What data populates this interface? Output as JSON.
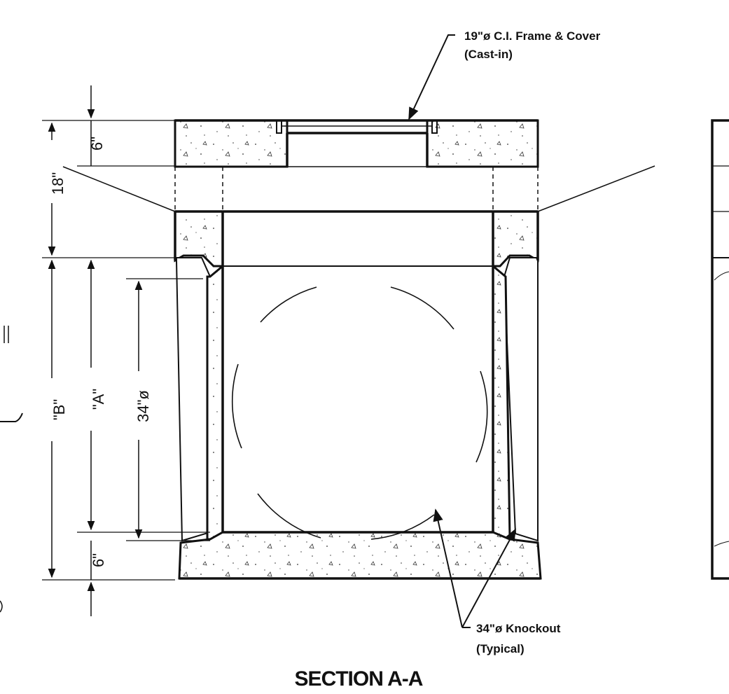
{
  "frame_cover_note": {
    "line1": "19\"ø C.I. Frame & Cover",
    "line2": "(Cast-in)"
  },
  "knockout_note": {
    "line1": "34\"ø Knockout",
    "line2": "(Typical)"
  },
  "section_title": "SECTION A-A",
  "dimensions": {
    "top_slab": "6\"",
    "riser_height": "18\"",
    "overall_b": "\"B\"",
    "inner_a": "\"A\"",
    "knockout_dia": "34\"ø",
    "base_slab": "6\""
  },
  "colors": {
    "line": "#111111",
    "background": "#ffffff"
  }
}
